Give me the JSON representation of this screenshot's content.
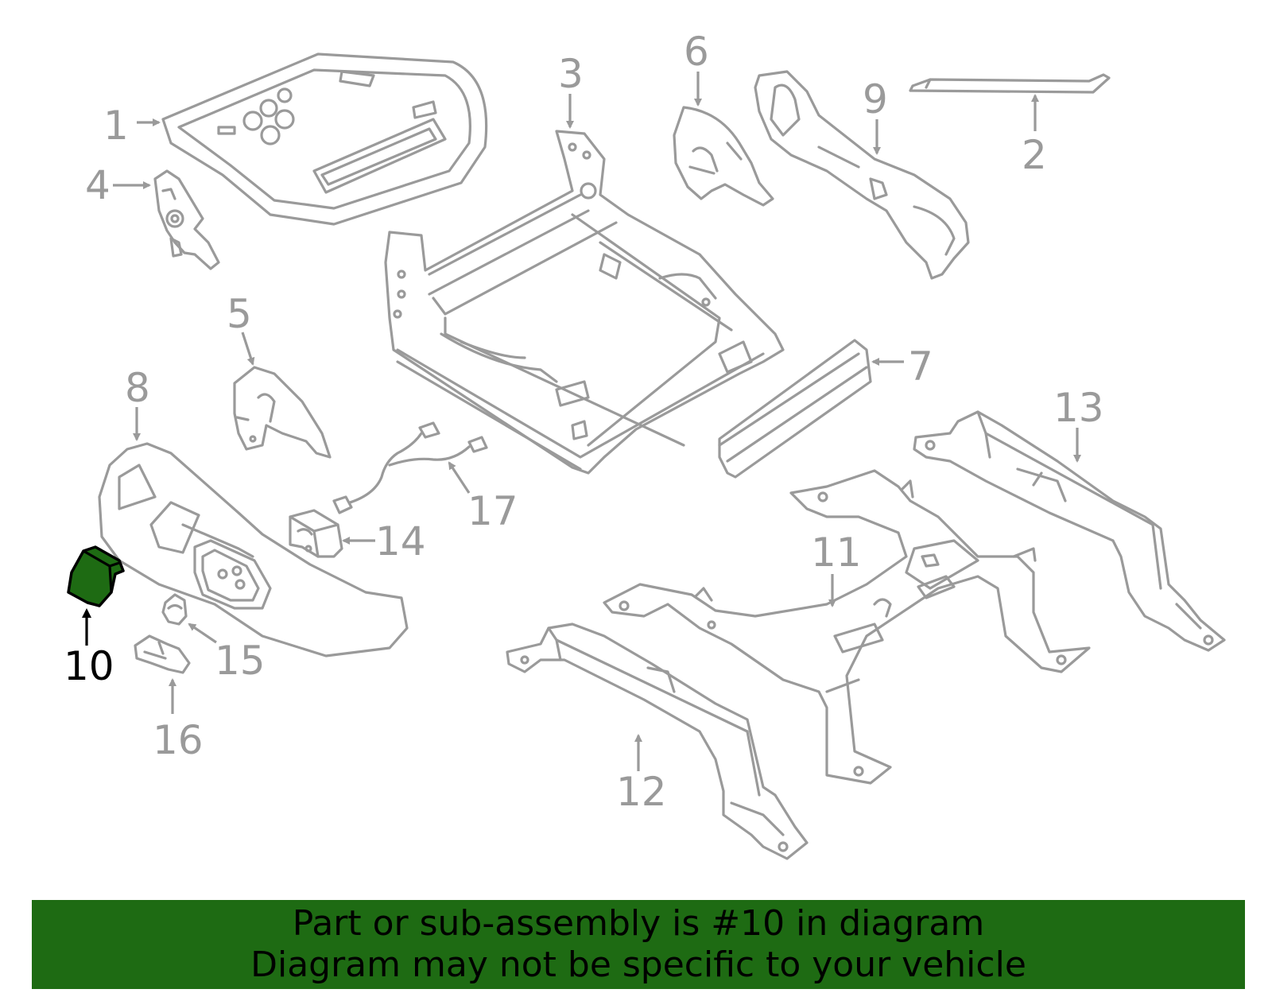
{
  "diagram": {
    "highlight_color": "#1e6b13",
    "part_color": "#9a9a9a",
    "highlighted_part": "10",
    "callouts": [
      {
        "id": "c1",
        "label": "1"
      },
      {
        "id": "c2",
        "label": "2"
      },
      {
        "id": "c3",
        "label": "3"
      },
      {
        "id": "c4",
        "label": "4"
      },
      {
        "id": "c5",
        "label": "5"
      },
      {
        "id": "c6",
        "label": "6"
      },
      {
        "id": "c7",
        "label": "7"
      },
      {
        "id": "c8",
        "label": "8"
      },
      {
        "id": "c9",
        "label": "9"
      },
      {
        "id": "c10",
        "label": "10"
      },
      {
        "id": "c11",
        "label": "11"
      },
      {
        "id": "c12",
        "label": "12"
      },
      {
        "id": "c13",
        "label": "13"
      },
      {
        "id": "c14",
        "label": "14"
      },
      {
        "id": "c15",
        "label": "15"
      },
      {
        "id": "c16",
        "label": "16"
      },
      {
        "id": "c17",
        "label": "17"
      }
    ]
  },
  "banner": {
    "line1": "Part or sub-assembly is #10 in diagram",
    "line2": "Diagram may not be specific to your vehicle",
    "background": "#1e6b13"
  }
}
